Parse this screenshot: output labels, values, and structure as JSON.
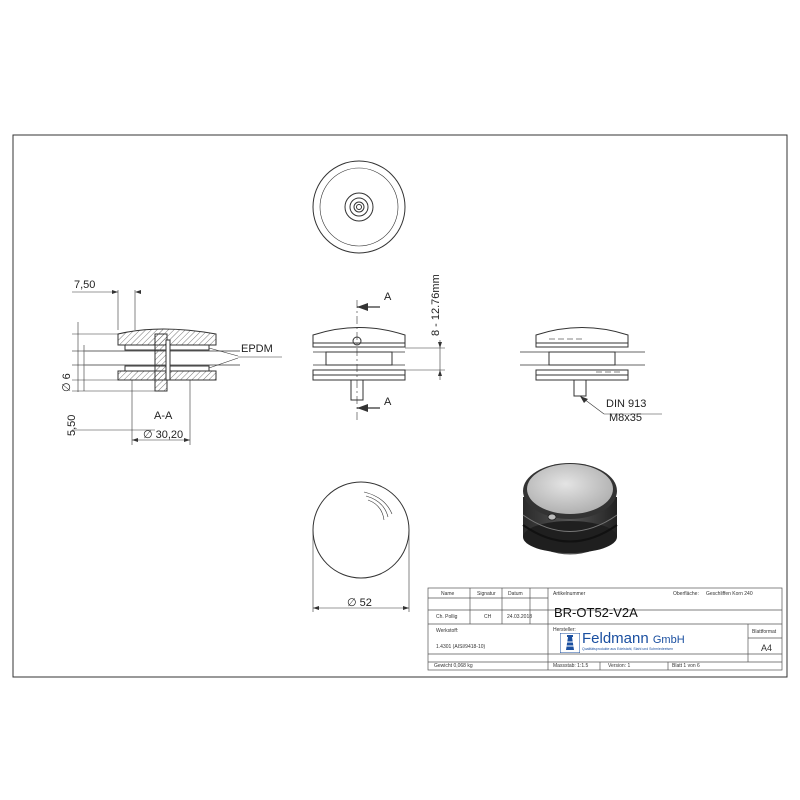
{
  "dimensions": {
    "width_7_50": "7,50",
    "dia_6": "∅ 6",
    "h_5_50": "5,50",
    "dia_30_20": "∅ 30,20",
    "height_range": "8 - 12.76mm",
    "dia_52": "∅ 52"
  },
  "labels": {
    "epdm": "EPDM",
    "section": "A-A",
    "cut_a_top": "A",
    "cut_a_bottom": "A",
    "din_line1": "DIN 913",
    "din_line2": "M8x35"
  },
  "title_block": {
    "col_name": "Name",
    "col_signature": "Signatur",
    "col_date": "Datum",
    "drawn_by": "Ch. Pollig",
    "signature": "CH",
    "date": "24.03.2018",
    "article_number_label": "Artikelnummer",
    "surface_label": "Oberfläche:",
    "surface_value": "Geschliffen Korn 240",
    "article_number": "BR-OT52-V2A",
    "material_label": "Werkstoff:",
    "material_value": "1.4301 (AISI/9418-10)",
    "manufacturer_label": "Hersteller:",
    "sheet_format_label": "Blattformat",
    "sheet_format": "A4",
    "weight": "Gewicht 0,068 kg",
    "scale": "Massstab: 1:1.5",
    "version": "Version: 1",
    "sheet_of": "Blatt 1 von 6",
    "company_name": "Feldmann",
    "company_suffix": "GmbH",
    "company_tagline": "Qualitätsprodukte aus Edelstahl, Stahl und Schmiedeeisen"
  },
  "colors": {
    "line": "#333333",
    "hatch": "#555555",
    "brand": "#1a4fa0",
    "render_dark": "#3a3a3a",
    "render_light": "#d8d8d8"
  }
}
